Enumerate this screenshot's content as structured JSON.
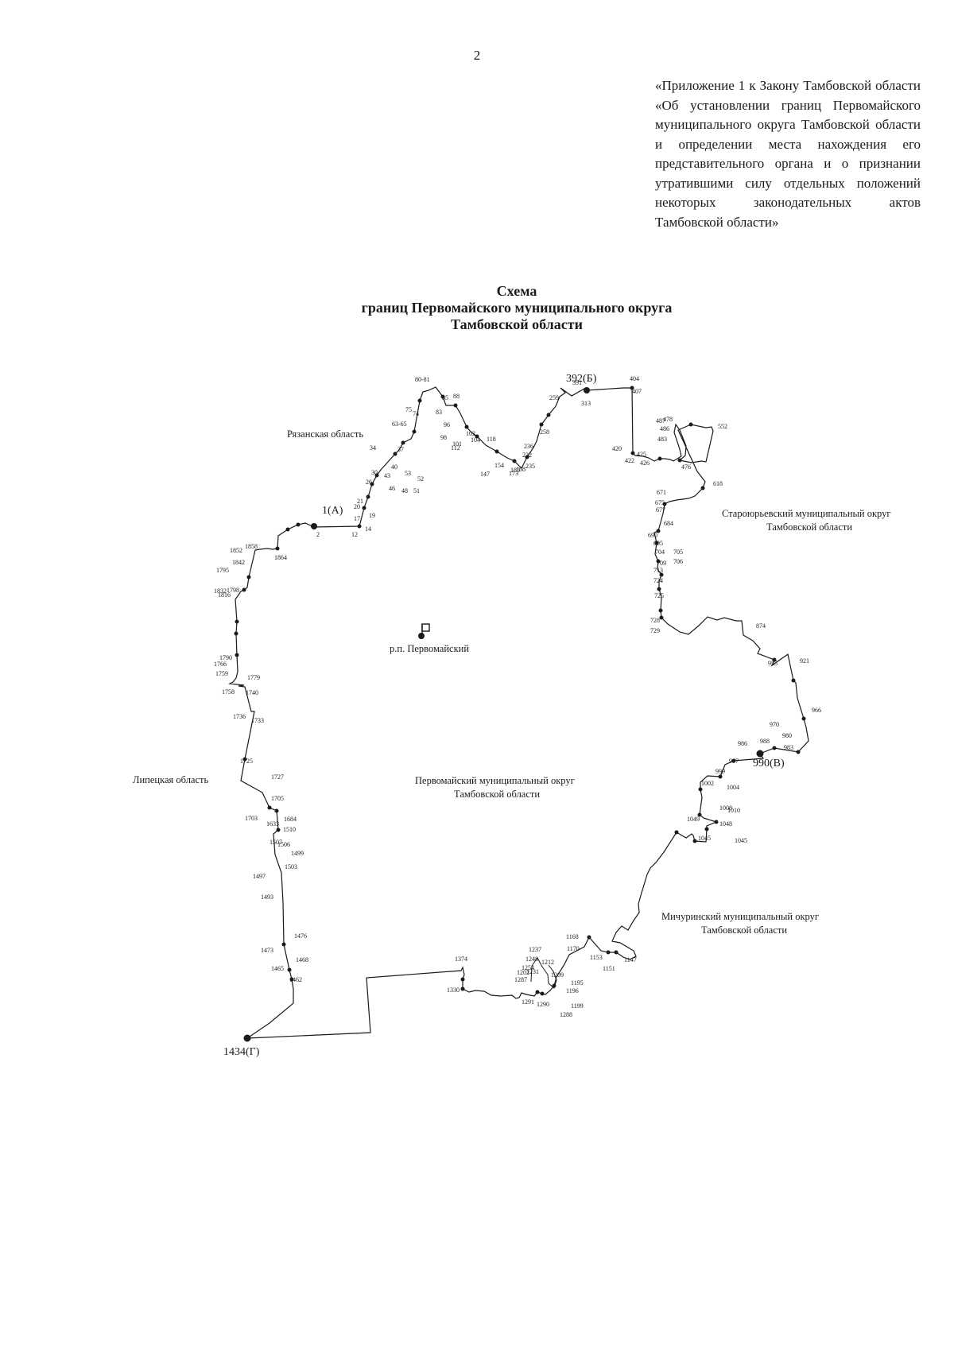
{
  "page_number": "2",
  "annex_text": "«Приложение 1 к Закону Тамбовской области «Об установлении границ Первомайского муниципального округа Тамбовской области и определении места нахождения его представительного органа и о признании утратившими силу отдельных положений некоторых законодательных актов Тамбовской области»",
  "title": {
    "line1": "Схема",
    "line2": "границ Первомайского муниципального округа",
    "line3": "Тамбовской области"
  },
  "map": {
    "center_label": "р.п. Первомайский",
    "major_points": {
      "a": "1(А)",
      "b": "392(Б)",
      "v": "990(В)",
      "g": "1434(Г)"
    },
    "regions": {
      "ryazan": "Рязанская область",
      "lipetsk": "Липецкая область",
      "staroyurievsky_1": "Староюрьевский муниципальный округ",
      "staroyurievsky_2": "Тамбовской области",
      "michurinsky_1": "Мичуринский муниципальный округ",
      "michurinsky_2": "Тамбовской области",
      "pervomaisky_1": "Первомайский муниципальный округ",
      "pervomaisky_2": "Тамбовской области"
    },
    "point_labels": [
      "2",
      "12",
      "14",
      "17",
      "19",
      "20",
      "21",
      "26",
      "30",
      "34",
      "37",
      "40",
      "43",
      "46",
      "48",
      "51",
      "52",
      "53",
      "63-65",
      "74",
      "75",
      "80-81",
      "83",
      "85",
      "88",
      "96",
      "98",
      "101",
      "102",
      "104",
      "112",
      "118",
      "147",
      "154",
      "168",
      "173",
      "185",
      "222",
      "235",
      "236",
      "258",
      "259",
      "313",
      "391",
      "404",
      "407",
      "420",
      "422",
      "425",
      "426",
      "476",
      "478",
      "483",
      "486",
      "487",
      "552",
      "618",
      "671",
      "675",
      "677",
      "684",
      "690",
      "695",
      "704",
      "705",
      "706",
      "709",
      "713",
      "724",
      "725",
      "728",
      "729",
      "874",
      "921",
      "955",
      "966",
      "970",
      "980",
      "983",
      "986",
      "988",
      "997",
      "999",
      "1002",
      "1004",
      "1008",
      "1010",
      "1045",
      "1045",
      "1048",
      "1049",
      "1147",
      "1151",
      "1153",
      "1168",
      "1170",
      "1195",
      "1196",
      "1199",
      "1202",
      "1209",
      "1212",
      "1231",
      "1237",
      "1248",
      "1254",
      "1287",
      "1288",
      "1290",
      "1291",
      "1330",
      "1374",
      "1462",
      "1465",
      "1468",
      "1473",
      "1476",
      "1493",
      "1497",
      "1499",
      "1503",
      "1506",
      "1507",
      "1510",
      "1633",
      "1684",
      "1703",
      "1705",
      "1725",
      "1727",
      "1733",
      "1736",
      "1740",
      "1758",
      "1759",
      "1766",
      "1779",
      "1790",
      "1795",
      "1798",
      "1816",
      "1832",
      "1842",
      "1852",
      "1858",
      "1864"
    ]
  }
}
